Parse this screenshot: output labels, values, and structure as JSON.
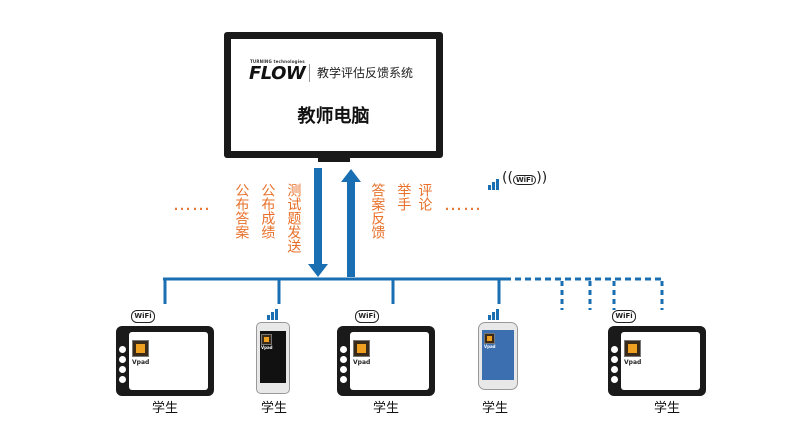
{
  "teacher": {
    "logo_sub": "TURNING technologies",
    "logo": "FLOW",
    "system_title": "教学评估反馈系统",
    "label": "教师电脑"
  },
  "down_labels": [
    "公布答案",
    "公布成绩",
    "测试题发送"
  ],
  "up_labels": [
    "答案反馈",
    "举手",
    "评论"
  ],
  "dots": "……",
  "wifi_text": "WiFi",
  "app_label": "Vpad",
  "student_label": "学生",
  "colors": {
    "line": "#1a6fb3",
    "orange": "#e8702a",
    "device": "#1a1a1a"
  }
}
